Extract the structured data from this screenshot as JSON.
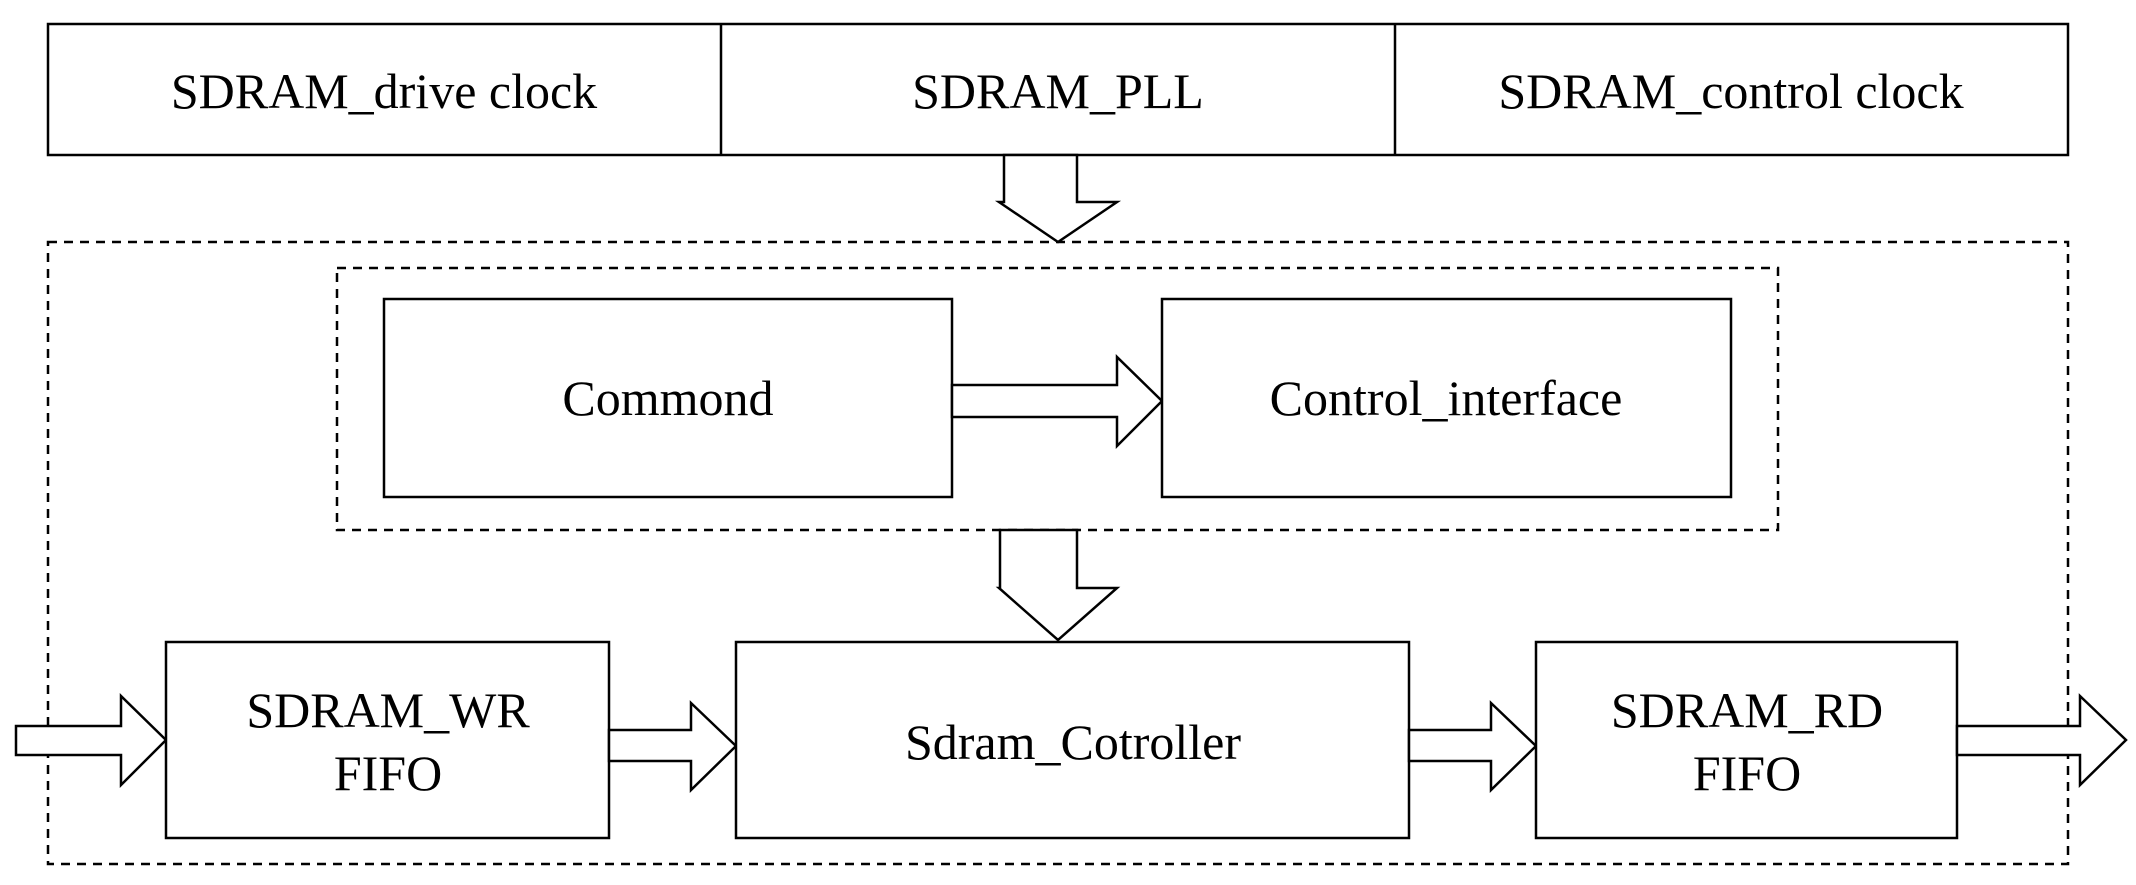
{
  "clock_bar": {
    "drive_clock": "SDRAM_drive clock",
    "pll": "SDRAM_PLL",
    "control_clock": "SDRAM_control clock"
  },
  "command_group": {
    "commond": "Commond",
    "control_interface": "Control_interface"
  },
  "datapath": {
    "wr_fifo_line1": "SDRAM_WR",
    "wr_fifo_line2": "FIFO",
    "controller": "Sdram_Cotroller",
    "rd_fifo_line1": "SDRAM_RD",
    "rd_fifo_line2": "FIFO"
  }
}
